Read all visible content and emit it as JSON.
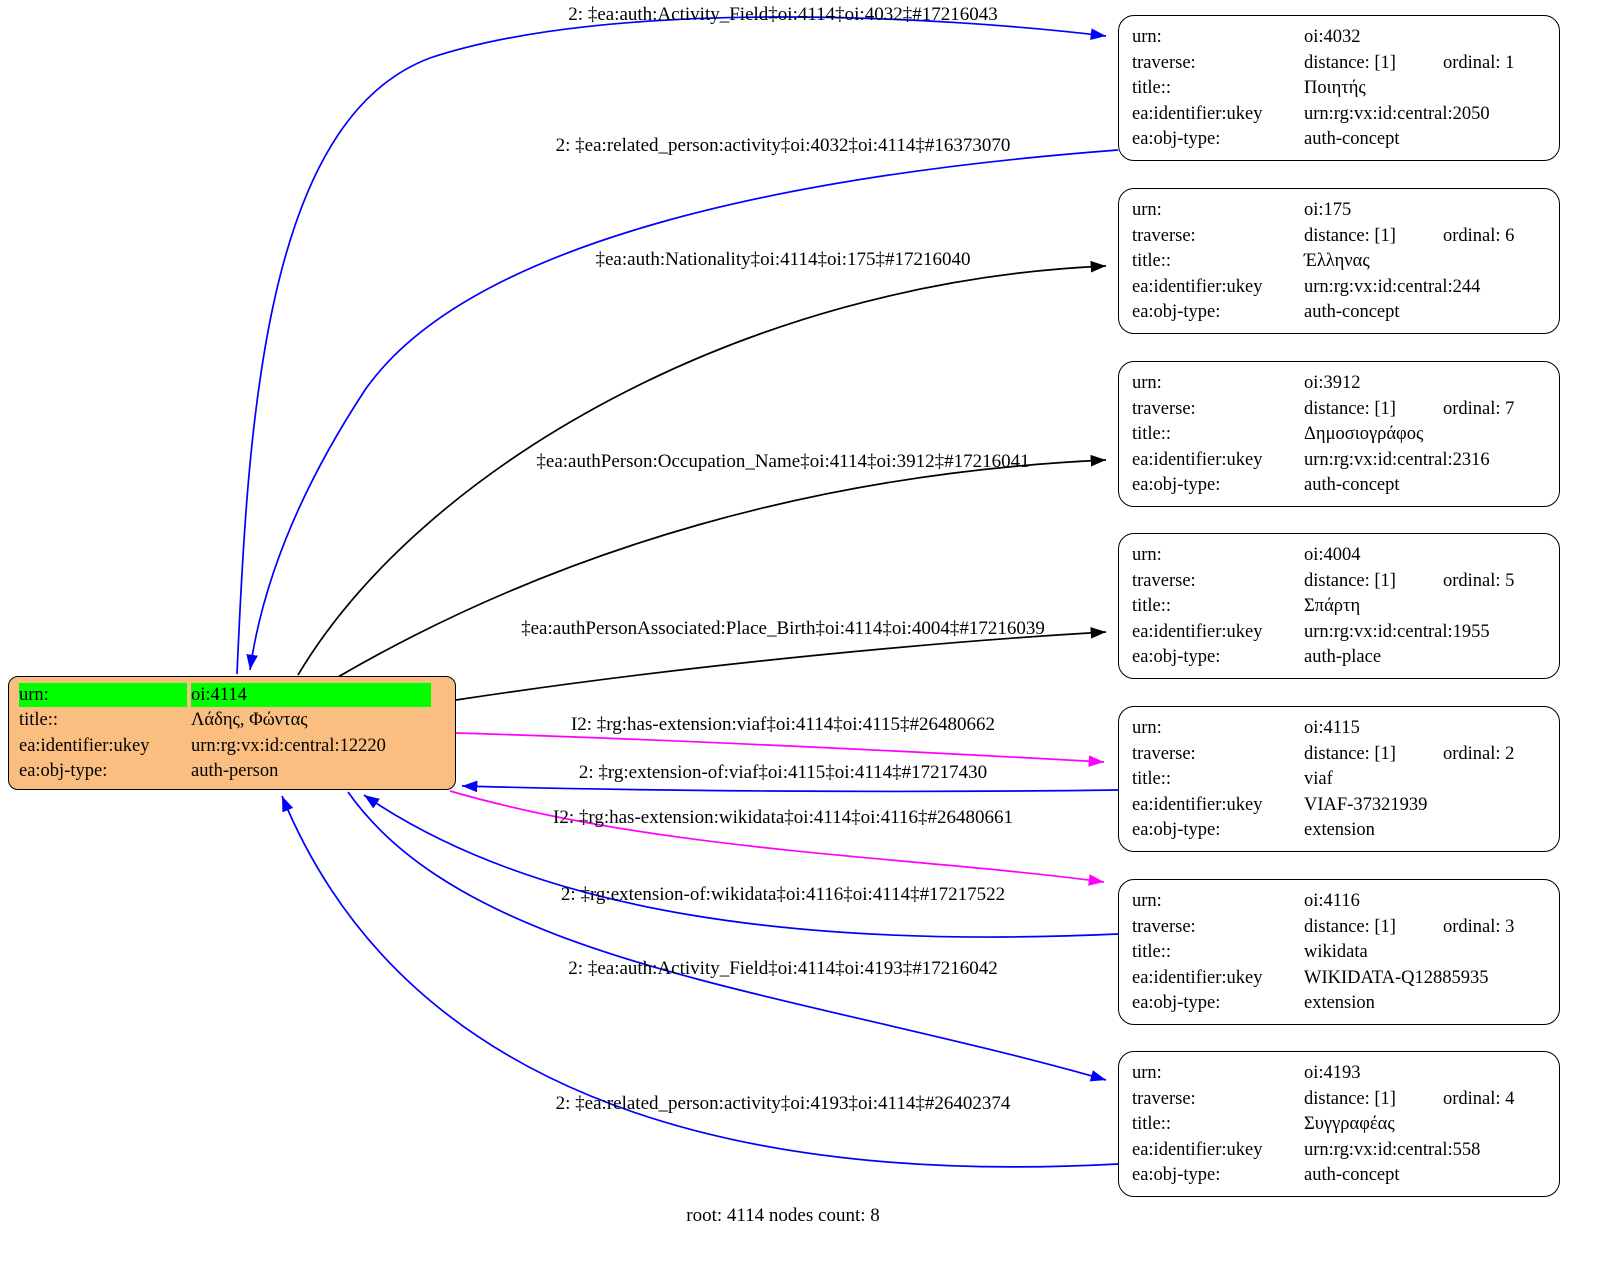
{
  "caption": "root: 4114 nodes count: 8",
  "colors": {
    "edge_blue": "#0000ff",
    "edge_black": "#000000",
    "edge_magenta": "#ff00ff",
    "root_bg": "#f9be80",
    "highlight": "#00ff00"
  },
  "field_labels": {
    "urn": "urn:",
    "traverse": "traverse:",
    "title": "title::",
    "ukey": "ea:identifier:ukey",
    "objtype": "ea:obj-type:"
  },
  "root_node": {
    "urn": "oi:4114",
    "title": "Λάδης, Φώντας",
    "ukey": "urn:rg:vx:id:central:12220",
    "objtype": "auth-person"
  },
  "nodes": [
    {
      "urn": "oi:4032",
      "distance": "distance: [1]",
      "ordinal": "ordinal: 1",
      "title": "Ποιητής",
      "ukey": "urn:rg:vx:id:central:2050",
      "objtype": "auth-concept"
    },
    {
      "urn": "oi:175",
      "distance": "distance: [1]",
      "ordinal": "ordinal: 6",
      "title": "Έλληνας",
      "ukey": "urn:rg:vx:id:central:244",
      "objtype": "auth-concept"
    },
    {
      "urn": "oi:3912",
      "distance": "distance: [1]",
      "ordinal": "ordinal: 7",
      "title": "Δημοσιογράφος",
      "ukey": "urn:rg:vx:id:central:2316",
      "objtype": "auth-concept"
    },
    {
      "urn": "oi:4004",
      "distance": "distance: [1]",
      "ordinal": "ordinal: 5",
      "title": "Σπάρτη",
      "ukey": "urn:rg:vx:id:central:1955",
      "objtype": "auth-place"
    },
    {
      "urn": "oi:4115",
      "distance": "distance: [1]",
      "ordinal": "ordinal: 2",
      "title": "viaf",
      "ukey": "VIAF-37321939",
      "objtype": "extension"
    },
    {
      "urn": "oi:4116",
      "distance": "distance: [1]",
      "ordinal": "ordinal: 3",
      "title": "wikidata",
      "ukey": "WIKIDATA-Q12885935",
      "objtype": "extension"
    },
    {
      "urn": "oi:4193",
      "distance": "distance: [1]",
      "ordinal": "ordinal: 4",
      "title": "Συγγραφέας",
      "ukey": "urn:rg:vx:id:central:558",
      "objtype": "auth-concept"
    }
  ],
  "edges": [
    {
      "label": "2: ‡ea:auth:Activity_Field‡oi:4114‡oi:4032‡#17216043",
      "color": "#0000ff"
    },
    {
      "label": "2: ‡ea:related_person:activity‡oi:4032‡oi:4114‡#16373070",
      "color": "#0000ff"
    },
    {
      "label": "‡ea:auth:Nationality‡oi:4114‡oi:175‡#17216040",
      "color": "#000000"
    },
    {
      "label": "‡ea:authPerson:Occupation_Name‡oi:4114‡oi:3912‡#17216041",
      "color": "#000000"
    },
    {
      "label": "‡ea:authPersonAssociated:Place_Birth‡oi:4114‡oi:4004‡#17216039",
      "color": "#000000"
    },
    {
      "label": "I2: ‡rg:has-extension:viaf‡oi:4114‡oi:4115‡#26480662",
      "color": "#ff00ff"
    },
    {
      "label": "2: ‡rg:extension-of:viaf‡oi:4115‡oi:4114‡#17217430",
      "color": "#0000ff"
    },
    {
      "label": "I2: ‡rg:has-extension:wikidata‡oi:4114‡oi:4116‡#26480661",
      "color": "#ff00ff"
    },
    {
      "label": "2: ‡rg:extension-of:wikidata‡oi:4116‡oi:4114‡#17217522",
      "color": "#0000ff"
    },
    {
      "label": "2: ‡ea:auth:Activity_Field‡oi:4114‡oi:4193‡#17216042",
      "color": "#0000ff"
    },
    {
      "label": "2: ‡ea:related_person:activity‡oi:4193‡oi:4114‡#26402374",
      "color": "#0000ff"
    }
  ]
}
